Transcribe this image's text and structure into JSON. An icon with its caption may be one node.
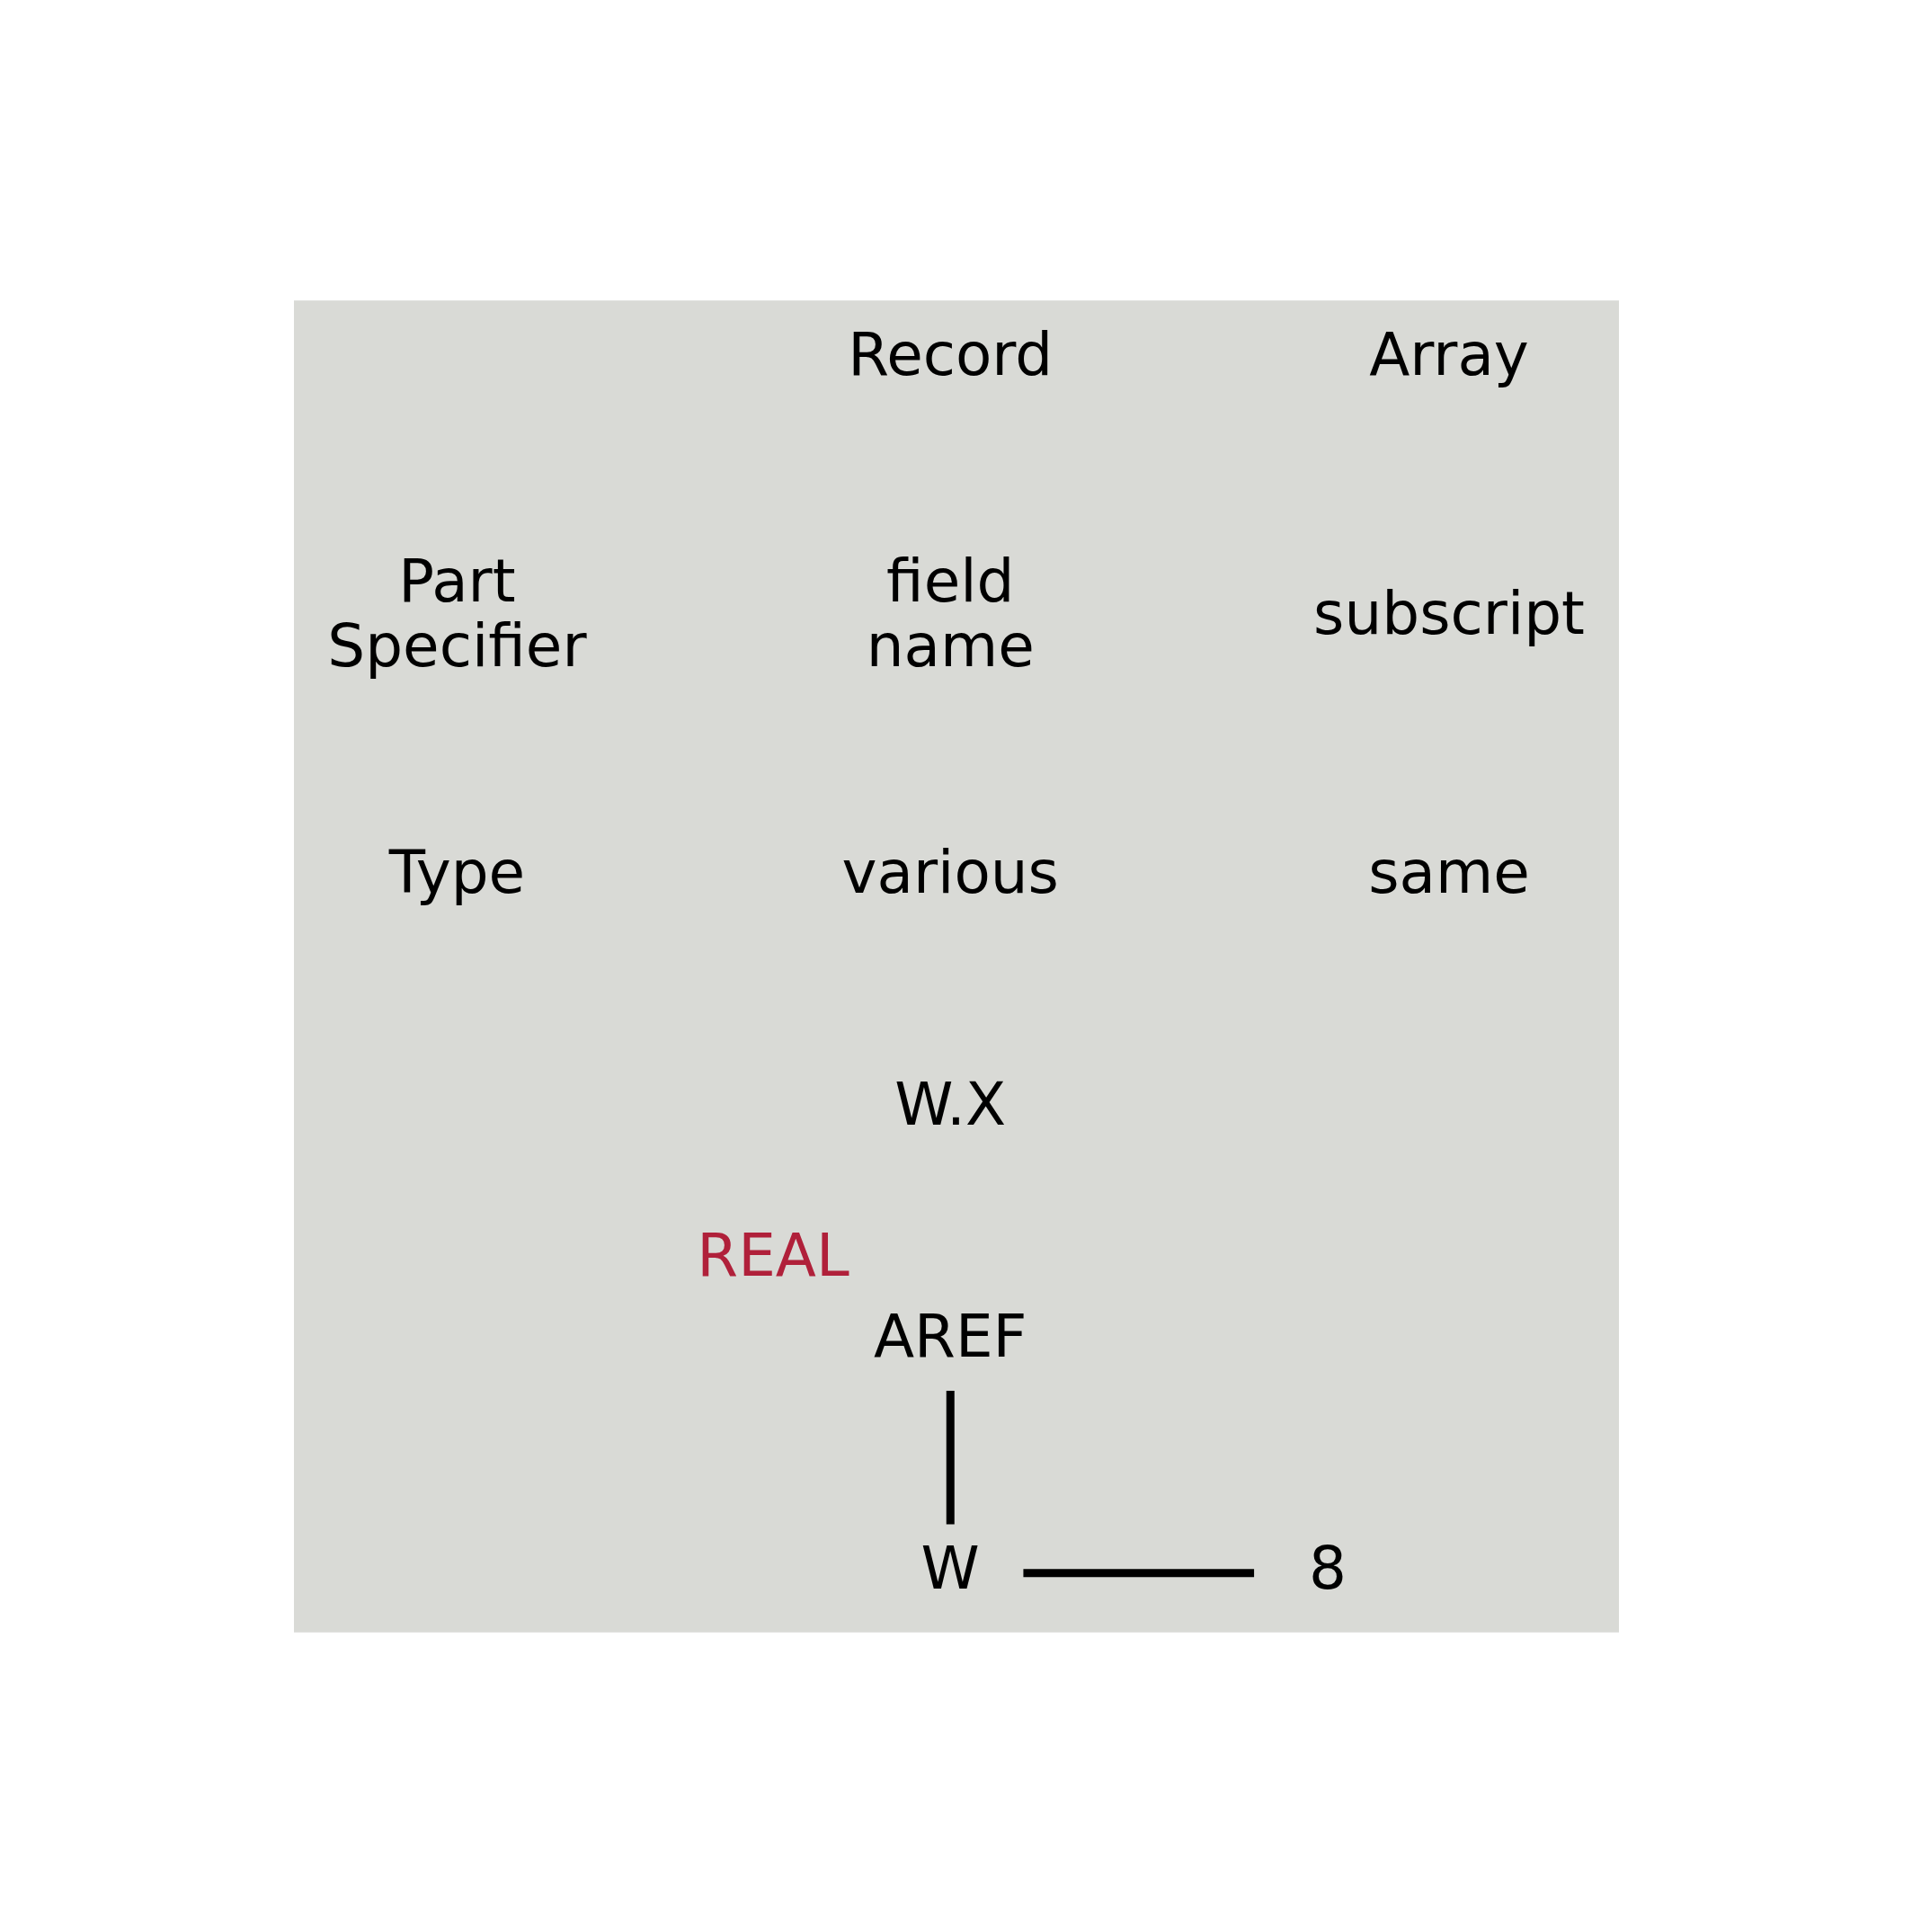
{
  "diagram": {
    "nodes": [
      {
        "text": [
          "AREF"
        ],
        "beside": [
          "REAL"
        ]
      },
      {
        "text": [
          "W"
        ]
      },
      {
        "text": [
          "8"
        ]
      }
    ],
    "edges": [
      {
        "from": 0,
        "to": 1,
        "arrow": "none"
      },
      {
        "from": 1,
        "to": 2,
        "arrow": "none"
      }
    ],
    "labels": [
      "Record",
      "Array",
      "Part Specifier",
      "field name",
      "subscript",
      "Type",
      "various",
      "same",
      "W.X"
    ]
  }
}
